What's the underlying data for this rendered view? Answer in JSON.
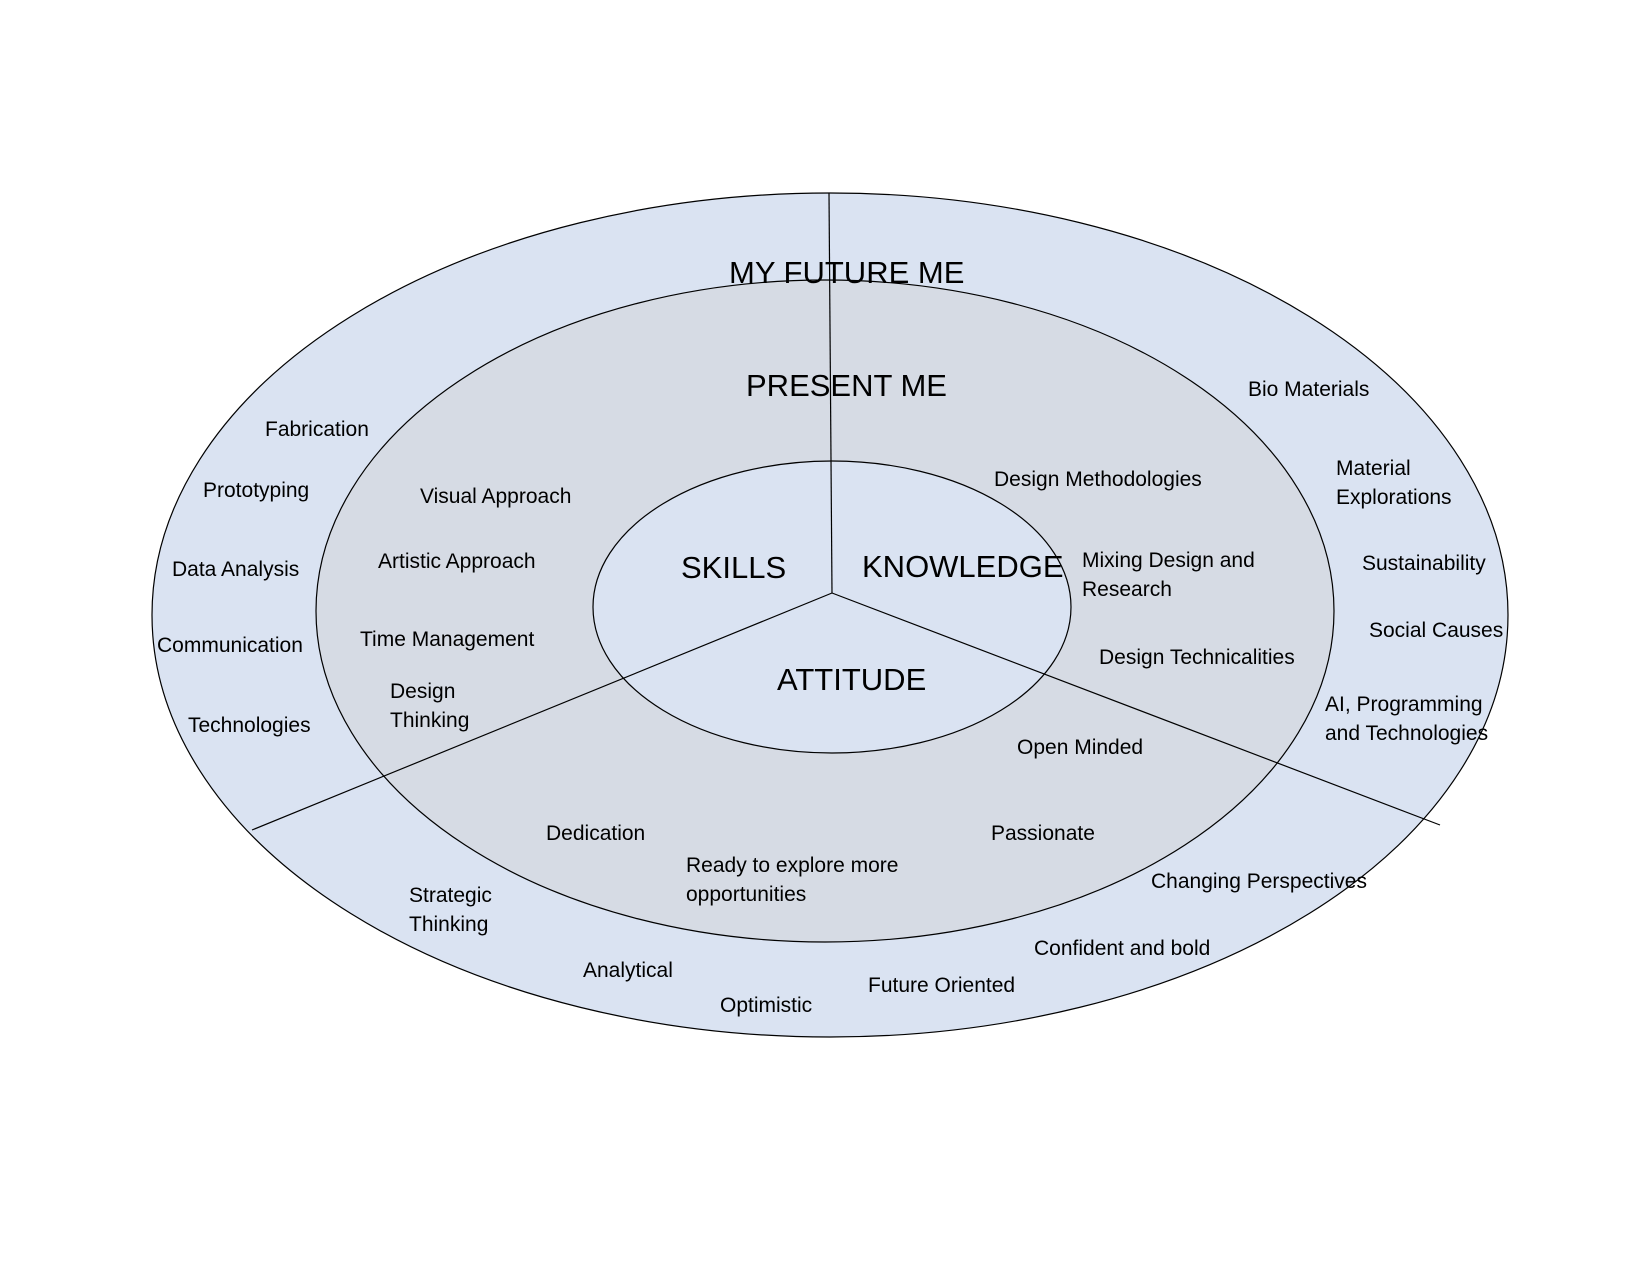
{
  "colors": {
    "outer_ring": "#dae3f2",
    "middle_ring": "#d6dbe4",
    "inner_circle": "#dae3f2",
    "lines": "#000000"
  },
  "rings": {
    "outer": "MY FUTURE ME",
    "middle": "PRESENT ME"
  },
  "sectors": {
    "skills": "SKILLS",
    "knowledge": "KNOWLEDGE",
    "attitude": "ATTITUDE"
  },
  "future_skills": [
    "Fabrication",
    "Prototyping",
    "Data Analysis",
    "Communication",
    "Technologies"
  ],
  "present_skills": [
    "Visual Approach",
    "Artistic Approach",
    "Time Management",
    [
      "Design",
      "Thinking"
    ]
  ],
  "present_knowledge": [
    "Design Methodologies",
    [
      "Mixing Design and",
      "Research"
    ],
    "Design Technicalities"
  ],
  "future_knowledge": [
    "Bio Materials",
    [
      "Material",
      "Explorations"
    ],
    "Sustainability",
    "Social Causes",
    [
      "AI, Programming",
      "and Technologies"
    ]
  ],
  "present_attitude": [
    "Open Minded",
    "Passionate",
    "Dedication",
    [
      "Ready to explore more",
      "opportunities"
    ]
  ],
  "future_attitude": [
    "Changing Perspectives",
    "Confident and bold",
    "Future Oriented",
    "Optimistic",
    "Analytical",
    [
      "Strategic",
      "Thinking"
    ]
  ]
}
